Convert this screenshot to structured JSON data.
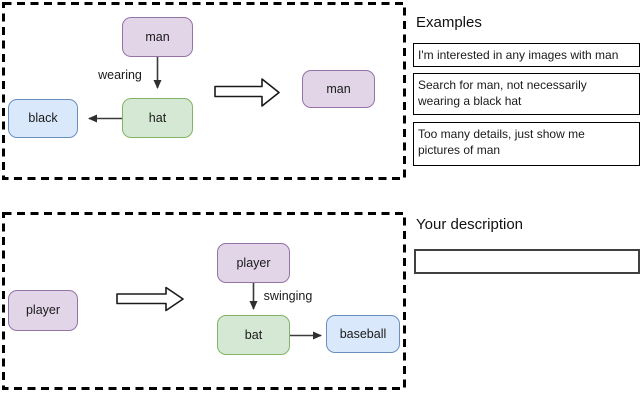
{
  "panels": {
    "top": {
      "scene_graph": {
        "subject": "man",
        "relation": "wearing",
        "object": "hat",
        "attribute": "black"
      },
      "simplified_node": "man"
    },
    "bottom": {
      "simplified_node": "player",
      "scene_graph": {
        "subject": "player",
        "relation": "swinging",
        "object": "bat",
        "target": "baseball"
      }
    }
  },
  "examples": {
    "heading": "Examples",
    "items": [
      {
        "text": "I'm interested in any images with man"
      },
      {
        "text": "Search for man, not necessarily\nwearing a black hat"
      },
      {
        "text": "Too many details, just show me\npictures of man"
      }
    ]
  },
  "description": {
    "heading": "Your description",
    "input_value": ""
  },
  "colors": {
    "node_purple_fill": "#e1d5e7",
    "node_purple_border": "#9673a6",
    "node_green_fill": "#d5e8d4",
    "node_green_border": "#82b366",
    "node_blue_fill": "#dae8fc",
    "node_blue_border": "#6c8ebf",
    "dashed_border": "#000000",
    "arrow": "#3b3b3b"
  }
}
